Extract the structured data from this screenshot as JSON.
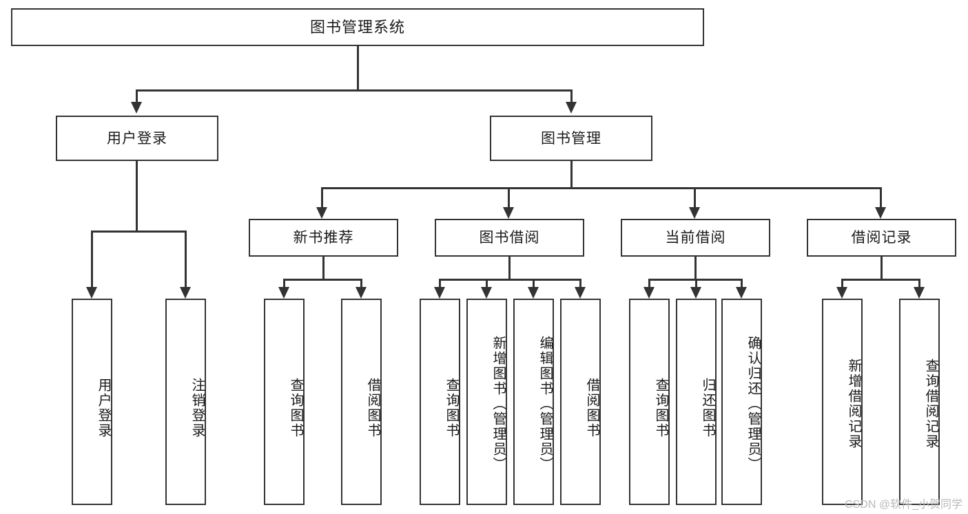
{
  "diagram": {
    "type": "tree-hierarchy",
    "title": "图书管理系统",
    "watermark": "CSDN @软件_小贺同学",
    "colors": {
      "border": "#333333",
      "background": "#ffffff",
      "text": "#1a1a1a",
      "connector": "#333333",
      "watermark": "#b9b9b9"
    },
    "levels": {
      "level1": [
        "图书管理系统"
      ],
      "level2": [
        "用户登录",
        "图书管理"
      ],
      "level3": [
        "新书推荐",
        "图书借阅",
        "当前借阅",
        "借阅记录"
      ],
      "level4": [
        "用户登录",
        "注销登录",
        "查询图书",
        "借阅图书",
        "查询图书",
        "新增图书（管理员）",
        "编辑图书（管理员）",
        "借阅图书",
        "查询图书",
        "归还图书",
        "确认归还（管理员）",
        "新增借阅记录",
        "查询借阅记录"
      ]
    }
  },
  "root": {
    "label": "图书管理系统"
  },
  "level2": {
    "user_login": {
      "label": "用户登录"
    },
    "book_manage": {
      "label": "图书管理"
    }
  },
  "level3": {
    "new_book": {
      "label": "新书推荐"
    },
    "borrow": {
      "label": "图书借阅"
    },
    "current": {
      "label": "当前借阅"
    },
    "records": {
      "label": "借阅记录"
    }
  },
  "leaves": {
    "user_login_child1": {
      "label": "用户登录"
    },
    "user_login_child2": {
      "label": "注销登录"
    },
    "new_book_child1": {
      "label": "查询图书"
    },
    "new_book_child2": {
      "label": "借阅图书"
    },
    "borrow_child1": {
      "label": "查询图书"
    },
    "borrow_child2": {
      "label": "新增图书（管理员）"
    },
    "borrow_child3": {
      "label": "编辑图书（管理员）"
    },
    "borrow_child4": {
      "label": "借阅图书"
    },
    "current_child1": {
      "label": "查询图书"
    },
    "current_child2": {
      "label": "归还图书"
    },
    "current_child3": {
      "label": "确认归还（管理员）"
    },
    "records_child1": {
      "label": "新增借阅记录"
    },
    "records_child2": {
      "label": "查询借阅记录"
    }
  },
  "footer": {
    "watermark": "CSDN @软件_小贺同学"
  }
}
